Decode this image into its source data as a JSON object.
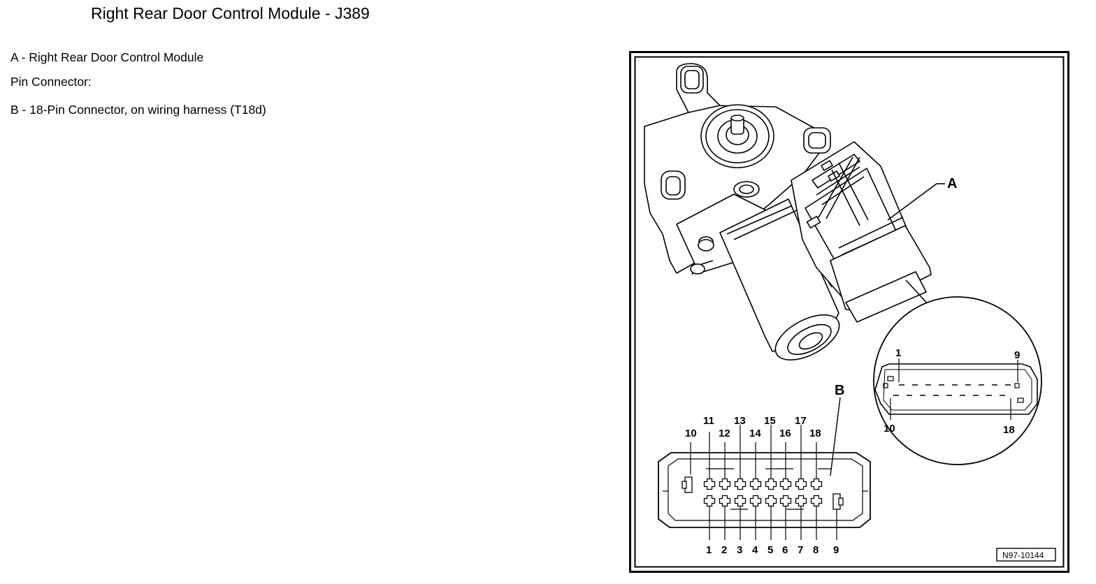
{
  "page": {
    "title": "Right Rear Door Control Module - J389"
  },
  "legend": [
    "A - Right Rear Door Control Module",
    "Pin Connector:",
    "B - 18-Pin Connector, on wiring harness (T18d)"
  ],
  "diagram": {
    "callout_a": "A",
    "callout_b": "B",
    "figure_code": "N97-10144",
    "inset_pins": {
      "top_left": "1",
      "top_right": "9",
      "bottom_left": "10",
      "bottom_right": "18"
    },
    "connector_top_row_labels": [
      "10",
      "11",
      "12",
      "13",
      "14",
      "15",
      "16",
      "17",
      "18"
    ],
    "connector_bottom_row_labels": [
      "1",
      "2",
      "3",
      "4",
      "5",
      "6",
      "7",
      "8",
      "9"
    ]
  }
}
